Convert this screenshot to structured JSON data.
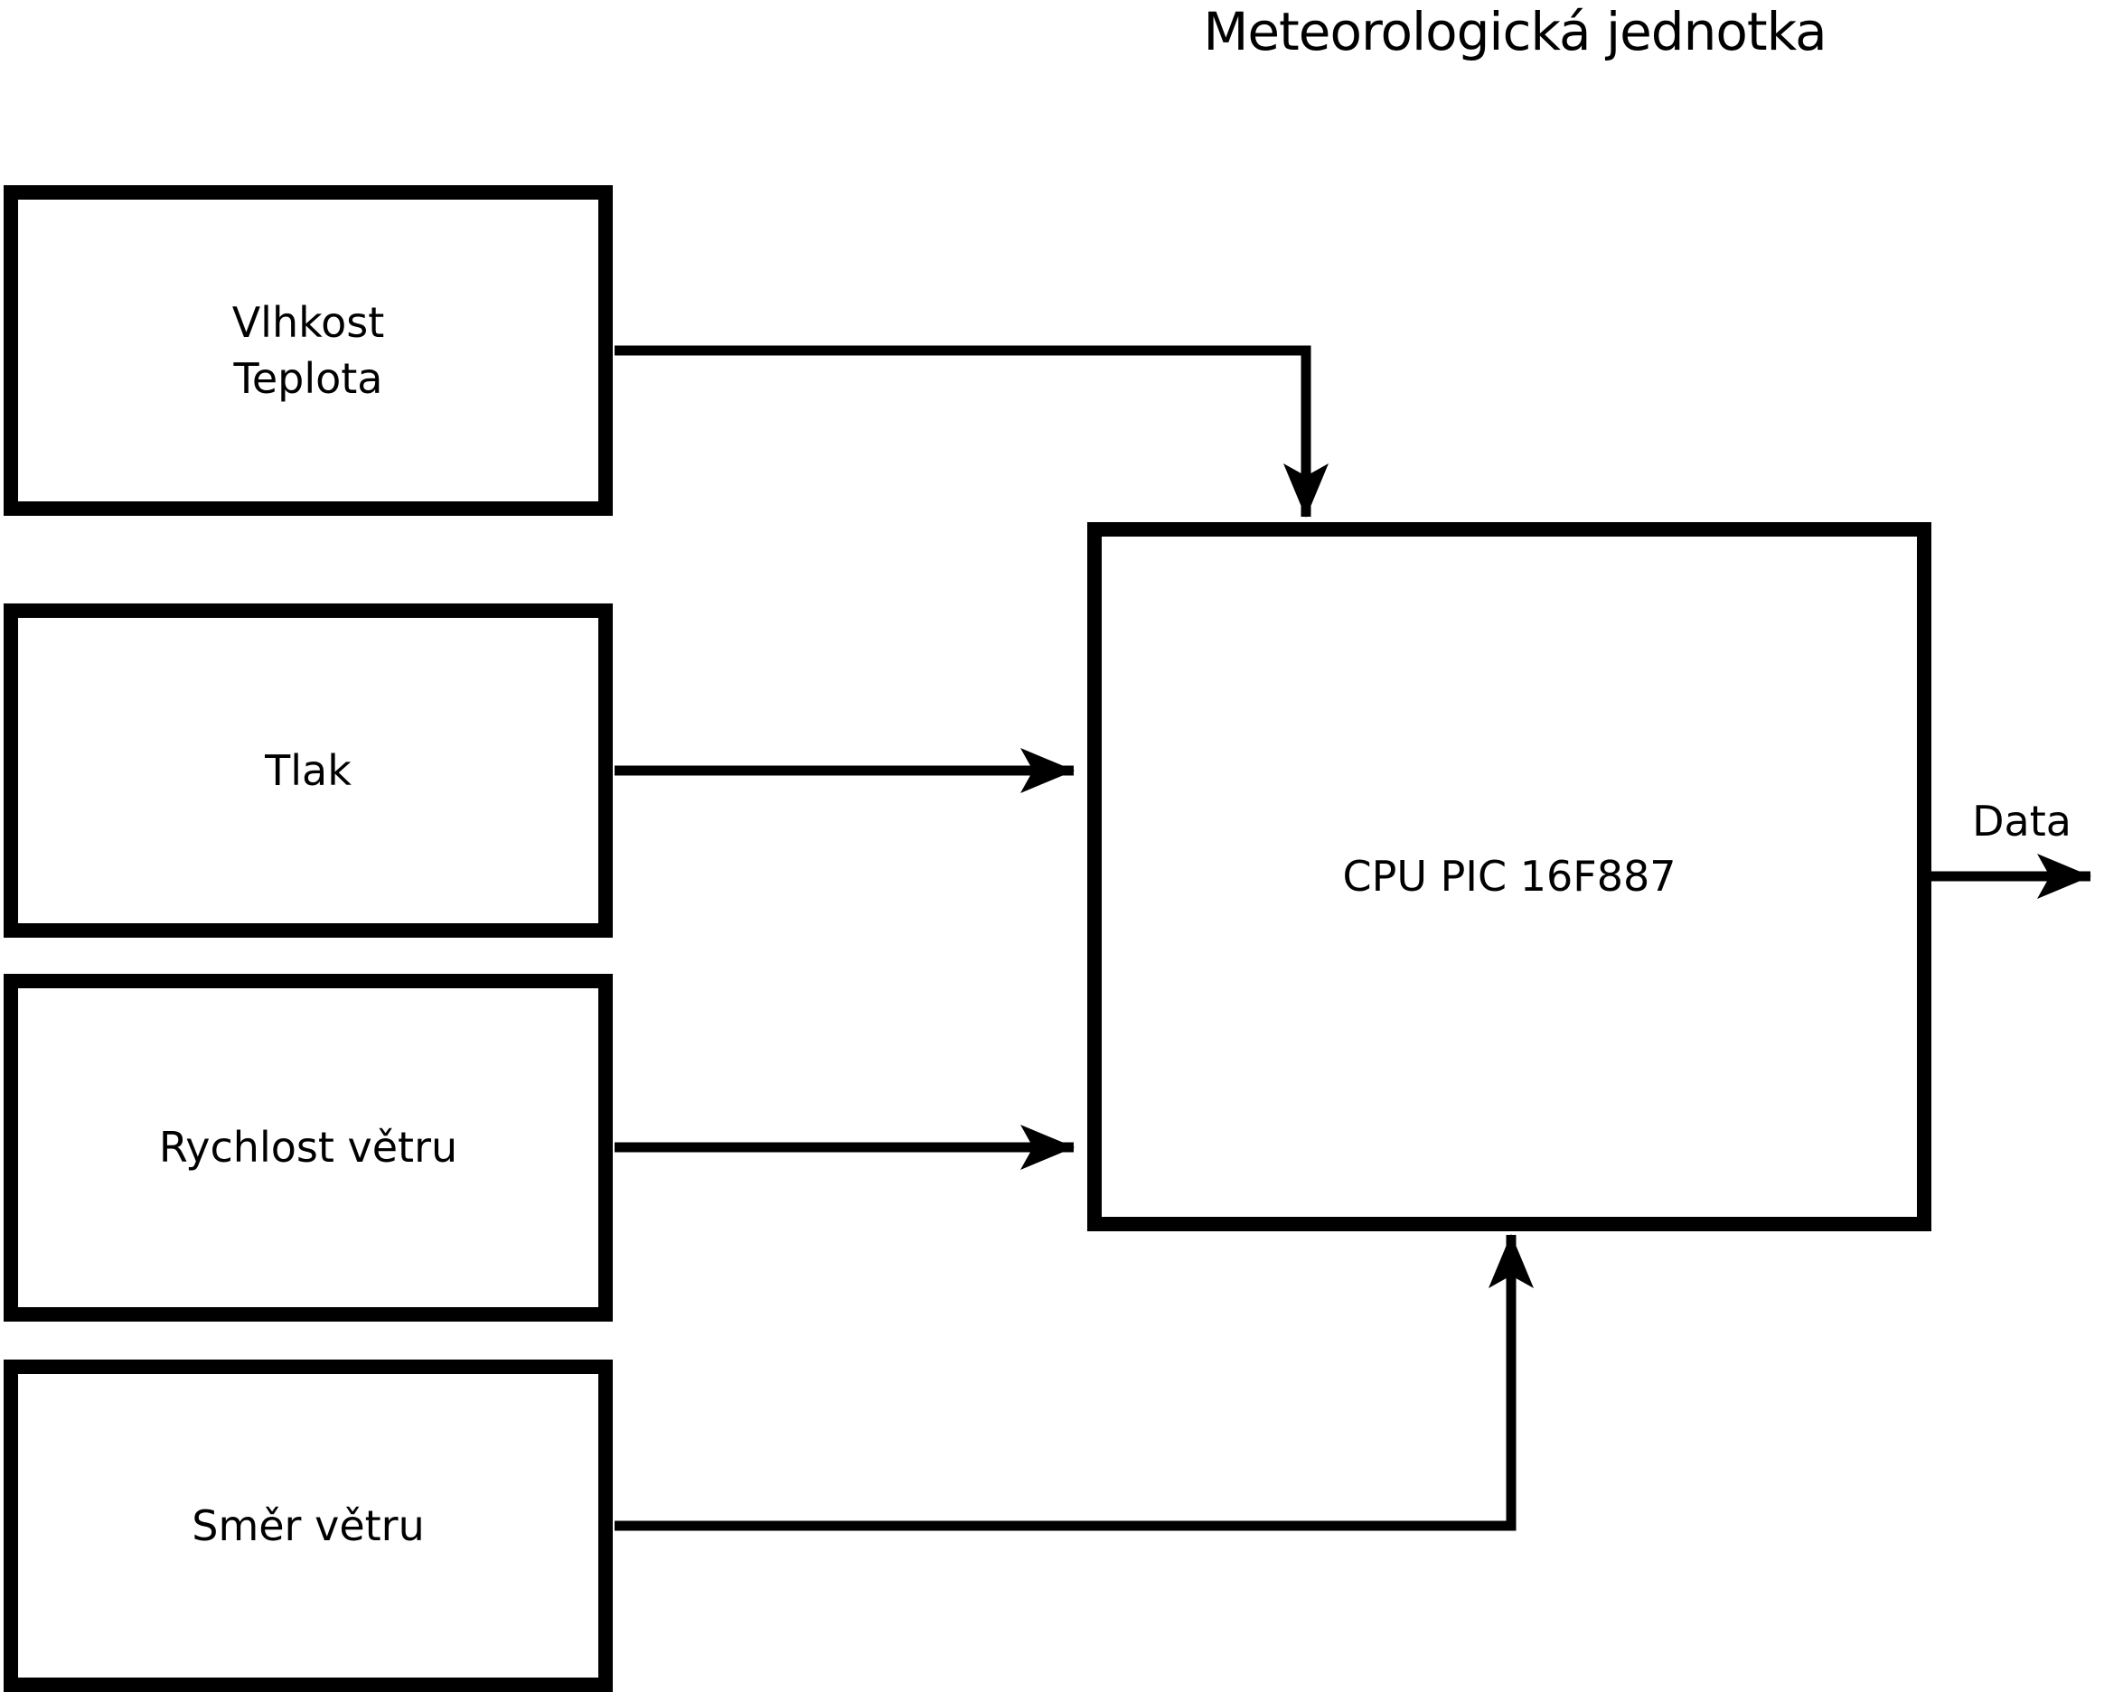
{
  "title": "Meteorologická jednotka",
  "sensors": [
    {
      "id": "vlhkost-teplota",
      "lines": [
        "Vlhkost",
        "Teplota"
      ]
    },
    {
      "id": "tlak",
      "lines": [
        "Tlak"
      ]
    },
    {
      "id": "rychlost-vetru",
      "lines": [
        "Rychlost větru"
      ]
    },
    {
      "id": "smer-vetru",
      "lines": [
        "Směr větru"
      ]
    }
  ],
  "cpu": {
    "label": "CPU PIC 16F887"
  },
  "output": {
    "label": "Data"
  },
  "colors": {
    "ink": "#000000",
    "paper": "#ffffff"
  }
}
